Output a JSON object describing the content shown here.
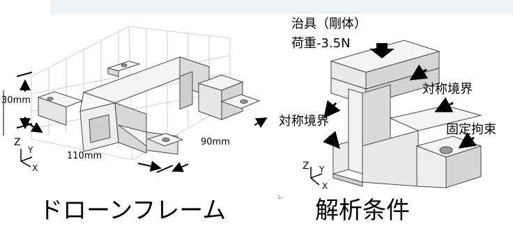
{
  "left_panel": {
    "caption": "ドローンフレーム",
    "dims": {
      "height": "30mm",
      "length": "110mm",
      "width": "90mm"
    },
    "axes": {
      "z": "Z",
      "y": "Y",
      "x": "X"
    }
  },
  "right_panel": {
    "caption": "解析条件",
    "labels": {
      "jig": "治具（剛体）",
      "load": "荷重-3.5N",
      "symmetry_top": "対称境界",
      "symmetry_left": "対称境界",
      "fixed": "固定拘束"
    },
    "axes": {
      "z": "Z",
      "y": "Y",
      "x": "X"
    }
  },
  "colors": {
    "part_fill": "#f4f4f4",
    "part_side": "#d9d9d9",
    "grid": "#c9c9c9",
    "edge": "#444444",
    "band": "#eef3f8"
  }
}
